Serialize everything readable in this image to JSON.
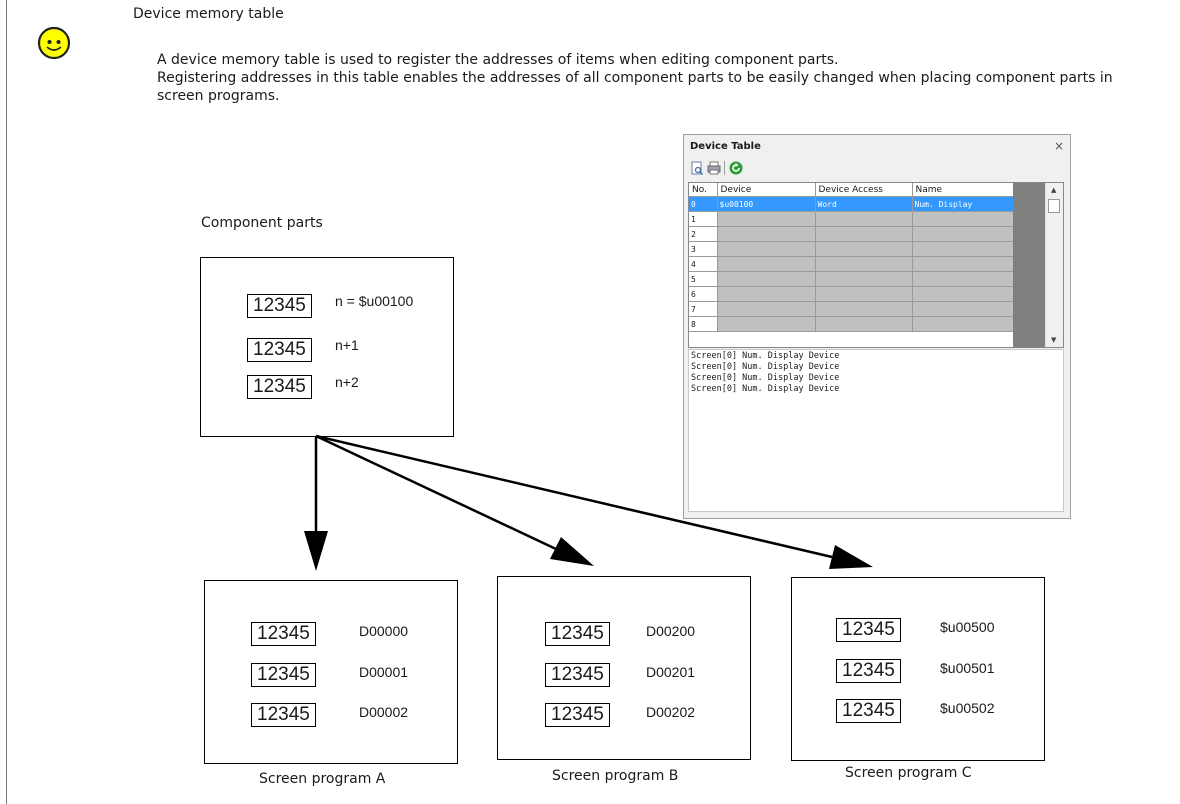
{
  "header": {
    "title": "Device memory table",
    "paragraph1": "A device memory table is used to register the addresses of items when editing component parts.",
    "paragraph2": "Registering addresses in this table enables the addresses of all component parts to be easily changed when placing component parts in screen programs."
  },
  "component": {
    "label": "Component parts",
    "items": [
      {
        "value": "12345",
        "address": "n = $u00100"
      },
      {
        "value": "12345",
        "address": "n+1"
      },
      {
        "value": "12345",
        "address": "n+2"
      }
    ]
  },
  "screens": [
    {
      "label": "Screen program A",
      "items": [
        {
          "value": "12345",
          "address": "D00000"
        },
        {
          "value": "12345",
          "address": "D00001"
        },
        {
          "value": "12345",
          "address": "D00002"
        }
      ]
    },
    {
      "label": "Screen program B",
      "items": [
        {
          "value": "12345",
          "address": "D00200"
        },
        {
          "value": "12345",
          "address": "D00201"
        },
        {
          "value": "12345",
          "address": "D00202"
        }
      ]
    },
    {
      "label": "Screen program C",
      "items": [
        {
          "value": "12345",
          "address": "$u00500"
        },
        {
          "value": "12345",
          "address": "$u00501"
        },
        {
          "value": "12345",
          "address": "$u00502"
        }
      ]
    }
  ],
  "device_table": {
    "title": "Device Table",
    "close": "×",
    "columns": [
      "No.",
      "Device",
      "Device Access",
      "Name"
    ],
    "rows": [
      [
        "0",
        "$u00100",
        "Word",
        "Num. Display"
      ],
      [
        "1",
        "",
        "",
        ""
      ],
      [
        "2",
        "",
        "",
        ""
      ],
      [
        "3",
        "",
        "",
        ""
      ],
      [
        "4",
        "",
        "",
        ""
      ],
      [
        "5",
        "",
        "",
        ""
      ],
      [
        "6",
        "",
        "",
        ""
      ],
      [
        "7",
        "",
        "",
        ""
      ],
      [
        "8",
        "",
        "",
        ""
      ]
    ],
    "log": [
      "Screen[0] Num. Display Device",
      "Screen[0] Num. Display Device",
      "Screen[0] Num. Display Device",
      "Screen[0] Num. Display Device"
    ],
    "toolbar_icons": [
      "preview-icon",
      "print-icon",
      "refresh-icon"
    ]
  },
  "colors": {
    "selection": "#3399ff",
    "smiley": "#ffff00",
    "refresh": "#2e9e3a"
  }
}
